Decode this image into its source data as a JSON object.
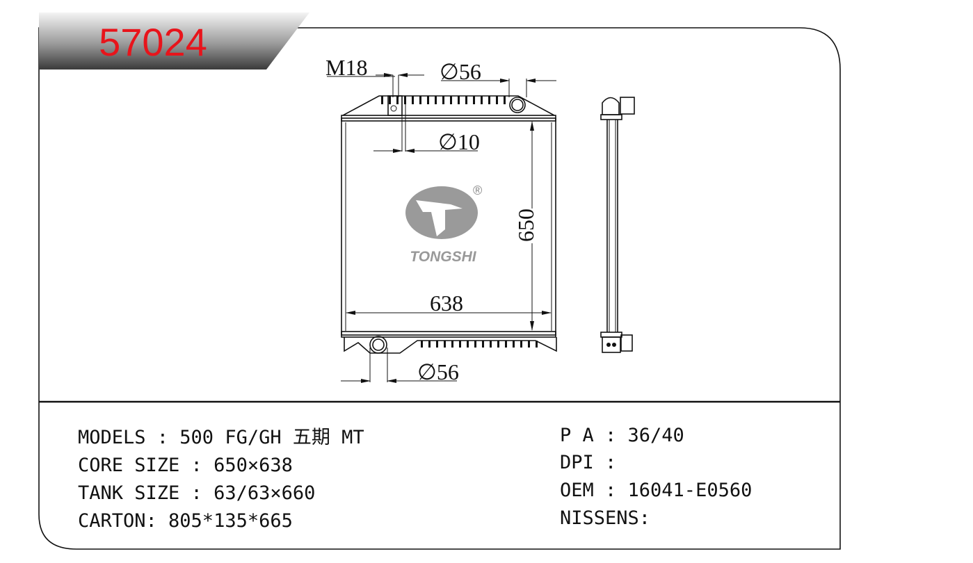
{
  "header": {
    "part_number": "57024",
    "accent_color": "#e8141b"
  },
  "drawing": {
    "dims": {
      "m18": "M18",
      "inlet_dia": "∅56",
      "pin_dia": "∅10",
      "height": "650",
      "width": "638",
      "outlet_dia": "∅56"
    },
    "logo": {
      "brand": "TONGSHI",
      "registered": "®"
    }
  },
  "specs": {
    "left": [
      {
        "label": "MODELS : 500 FG/GH 五期 MT"
      },
      {
        "label": "CORE SIZE : 650×638"
      },
      {
        "label": "TANK SIZE : 63/63×660"
      },
      {
        "label": "CARTON: 805*135*665"
      }
    ],
    "right": [
      {
        "label": "P A : 36/40"
      },
      {
        "label": "DPI :"
      },
      {
        "label": "OEM : 16041-E0560"
      },
      {
        "label": "NISSENS:"
      }
    ]
  }
}
